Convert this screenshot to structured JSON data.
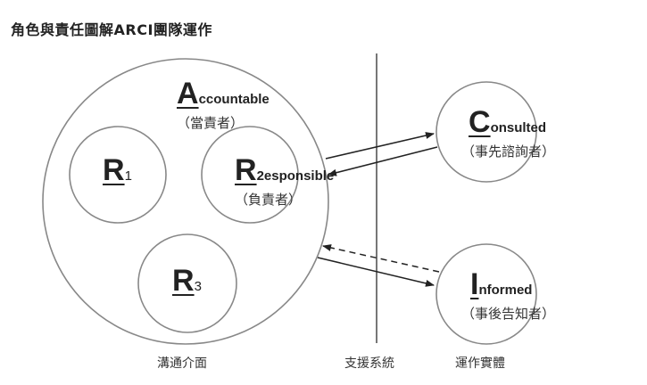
{
  "title": "角色與責任圖解ARCI團隊運作",
  "roles": {
    "accountable": {
      "letter": "A",
      "rest": "ccountable",
      "zh": "（當責者）"
    },
    "r1": {
      "letter": "R",
      "rest": "1"
    },
    "r2": {
      "letter": "R",
      "rest": "2esponsible",
      "zh": "（負責者）"
    },
    "r3": {
      "letter": "R",
      "rest": "3"
    },
    "consulted": {
      "letter": "C",
      "rest": "onsulted",
      "zh": "（事先諮詢者）"
    },
    "informed": {
      "letter": "I",
      "rest": "nformed",
      "zh": "（事後告知者）"
    }
  },
  "captions": {
    "interface": "溝通介面",
    "support": "支援系統",
    "entity": "運作實體"
  }
}
